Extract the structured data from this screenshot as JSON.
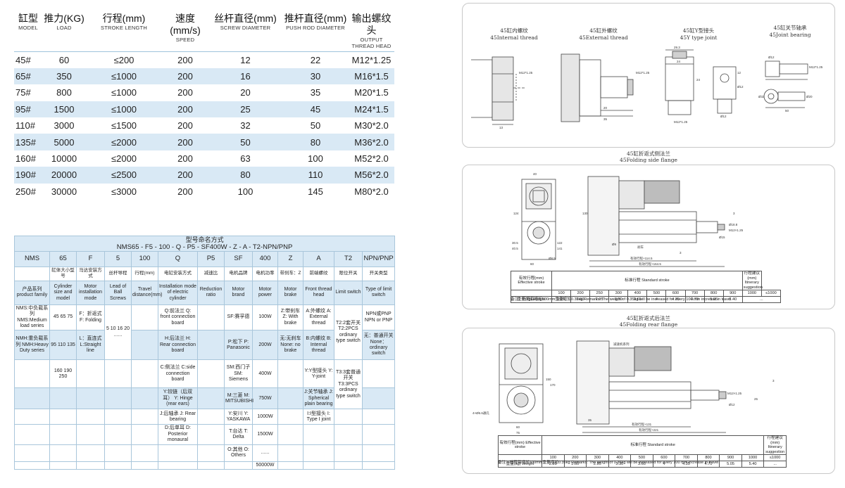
{
  "spec_table": {
    "headers": [
      {
        "zh": "缸型",
        "en": "MODEL"
      },
      {
        "zh": "推力(KG)",
        "en": "LOAD"
      },
      {
        "zh": "行程(mm)",
        "en": "STROKE LENGTH"
      },
      {
        "zh": "速度(mm/s)",
        "en": "SPEED"
      },
      {
        "zh": "丝杆直径(mm)",
        "en": "SCREW DIAMETER"
      },
      {
        "zh": "推杆直径(mm)",
        "en": "PUSH ROD DIAMETER"
      },
      {
        "zh": "输出螺纹头",
        "en": "OUTPUT THREAD HEAD"
      }
    ],
    "rows": [
      [
        "45#",
        "60",
        "≤200",
        "200",
        "12",
        "22",
        "M12*1.25"
      ],
      [
        "65#",
        "350",
        "≤1000",
        "200",
        "16",
        "30",
        "M16*1.5"
      ],
      [
        "75#",
        "800",
        "≤1000",
        "200",
        "20",
        "35",
        "M20*1.5"
      ],
      [
        "95#",
        "1500",
        "≤1000",
        "200",
        "25",
        "45",
        "M24*1.5"
      ],
      [
        "110#",
        "3000",
        "≤1500",
        "200",
        "32",
        "50",
        "M30*2.0"
      ],
      [
        "135#",
        "5000",
        "≤2000",
        "200",
        "50",
        "80",
        "M36*2.0"
      ],
      [
        "160#",
        "10000",
        "≤2000",
        "200",
        "63",
        "100",
        "M52*2.0"
      ],
      [
        "190#",
        "20000",
        "≤2500",
        "200",
        "80",
        "110",
        "M56*2.0"
      ],
      [
        "250#",
        "30000",
        "≤3000",
        "200",
        "100",
        "145",
        "M80*2.0"
      ]
    ]
  },
  "naming": {
    "title": "型号命名方式",
    "code": "NMS65 - F5 - 100 - Q - P5 - SF400W - Z -  A - T2-NPN/PNP",
    "keys": [
      "NMS",
      "65",
      "F",
      "5",
      "100",
      "Q",
      "P5",
      "SF",
      "400",
      "Z",
      "A",
      "T2",
      "NPN/PNP"
    ],
    "zh_labels": [
      "",
      "缸体大小型号",
      "马达安装方式",
      "丝杆导程",
      "行程(mm)",
      "电缸安装方式",
      "减速比",
      "电机品牌",
      "电机功率",
      "带刹车：Z",
      "前端螺纹",
      "限位开关",
      "开关类型"
    ],
    "en_labels": [
      "产品系列 product family",
      "Cylinder size and model",
      "Motor installation mode",
      "Lead of Ball Screws",
      "Travel distance(mm)",
      "Installation mode of electric cylinder",
      "Reduction ratio",
      "Motor brand",
      "Motor power",
      "Motor brake",
      "Front thread head",
      "Limit switch",
      "Type of limit switch"
    ],
    "family_medium": "NMS:中负载系列 NMS:Medium load series",
    "family_heavy": "NMH:重负载系列 NMH:Heavy Duty series",
    "sizes_1": "45 65 75",
    "sizes_2": "95 110 135",
    "sizes_3": "160 190 250",
    "motor_fold": "F：折返式 F: Folding",
    "motor_straight": "L：直连式 L:Straight line",
    "leads": "5 10 16 20 ......",
    "mount_q": "Q:前法兰 Q: front connection board",
    "mount_h": "H:后法兰 H: Rear connection board",
    "mount_c": "C:侧法兰 C:side connection board",
    "mount_y": "Y:铰链（后双耳） Y: Hinge (rear ears)",
    "mount_j": "J:后轴承 J: Rear bearing",
    "mount_d": "D:后单耳 D: Posterior monaural",
    "brand_sf": "SF:赛孚德",
    "brand_p": "P:松下 P: Panasonic",
    "brand_sm": "SM:西门子 SM: Siemens",
    "brand_m": "M:三菱 M: MITSUBISHI",
    "brand_y": "Y:安川 Y: YASKAWA",
    "brand_t": "T:台达 T: Delta",
    "brand_o": "O:其他 O: Others",
    "powers": [
      "100W",
      "200W",
      "400W",
      "750W",
      "1000W",
      "1500W",
      "......",
      "50000W"
    ],
    "brake_z": "Z:带刹车 Z: With brake",
    "brake_none": "无:无刹车 None: no brake",
    "thread_a": "A:外螺纹 A: External thread",
    "thread_b": "B:内螺纹 B: Internal thread",
    "thread_y": "Y:Y型接头 Y: Y-joint",
    "thread_j": "J:关节轴承 J: Spherical plain bearing",
    "thread_i": "I:I型接头 I: Type I joint",
    "limit_t2": "T2:2套开关 T2:2PCS ordinary type switch",
    "limit_t3": "T3:3套普通开关 T3:3PCS ordinary type switch",
    "switch_npn": "NPN或PNP NPN or PNP",
    "switch_none": "无：普通开关 None： ordinary switch"
  },
  "thread_panel": {
    "labels": [
      {
        "zh": "45缸内螺纹",
        "en": "45Internal thread"
      },
      {
        "zh": "45缸外螺纹",
        "en": "45External thread"
      },
      {
        "zh": "45缸Y型接头",
        "en": "45Y type joint"
      },
      {
        "zh": "45缸关节轴承",
        "en": "45Joint bearing"
      }
    ],
    "dims": [
      "M12*1.25",
      "M12*1.25",
      "M12*1.25",
      "M12*1.25",
      "20",
      "35",
      "13",
      "29.3",
      "24",
      "12",
      "24",
      "Ø12",
      "Ø12",
      "Ø32",
      "50",
      "Ø12",
      "Ø20"
    ]
  },
  "side_flange": {
    "title_zh": "45缸折返式侧法兰",
    "title_en": "45Folding side flange",
    "dims": [
      "40",
      "60",
      "124",
      "130",
      "30.5",
      "40.5",
      "122",
      "141",
      "Ø8.5",
      "Ø9",
      "Ø18.8",
      "M12×1.25",
      "有效行程+114.5",
      "有效行程+164.5",
      "刹车",
      "Ø15",
      "3",
      "3"
    ],
    "stroke_header": [
      "有效行程(mm) Effective stroke",
      "标准行程  Standard stroke",
      "行程建议(mm) Itinerary suggestion"
    ],
    "strokes": [
      "100",
      "200",
      "250",
      "300",
      "400",
      "500",
      "600",
      "700",
      "800",
      "900",
      "1000",
      "≤1000"
    ],
    "weight_label": "重量(kg) Weight",
    "weights": [
      "2.25",
      "2.60",
      "2.95",
      "3.30",
      "3.65",
      "4",
      "4.35",
      "4.70",
      "5.05",
      "5.40",
      "..."
    ],
    "note": "备注：行程每增加100mm重量增加0.35kg  Remarks: The weight of 0.35kg will be increased for every 100 mm increase in travel"
  },
  "rear_flange": {
    "title_zh": "45缸折返式后法兰",
    "title_en": "45Folding rear flange",
    "dims": [
      "60",
      "75",
      "4×Ø6.6通孔",
      "150",
      "170",
      "35",
      "有效行程+131",
      "有效行程+221",
      "M12×1.25",
      "25",
      "Ø12",
      "3",
      "减速机系列"
    ],
    "stroke_header": [
      "有效行程(mm) Effective stroke",
      "标准行程  Standard stroke",
      "行程建议(mm) Itinerary suggestion"
    ],
    "strokes": [
      "100",
      "200",
      "300",
      "400",
      "500",
      "600",
      "700",
      "800",
      "900",
      "1000",
      "≤1000"
    ],
    "weight_label": "重量(kg) Weight",
    "weights": [
      "2.25",
      "2.60",
      "2.95",
      "3.30",
      "3.65",
      "4",
      "4.35",
      "4.70",
      "5.05",
      "5.40",
      "..."
    ],
    "note": "备注：行程每增加100mm重量增加0.35kg  Remarks: The weight of 0.35kg will be increased for every 100 mm increase in travel"
  }
}
